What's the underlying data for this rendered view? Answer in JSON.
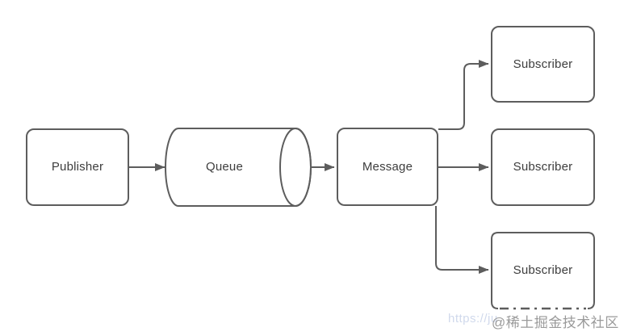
{
  "diagram": {
    "type": "flowchart",
    "topic": "publish-subscribe message queue",
    "nodes": [
      {
        "id": "publisher",
        "label": "Publisher",
        "shape": "rounded-rectangle"
      },
      {
        "id": "queue",
        "label": "Queue",
        "shape": "horizontal-cylinder"
      },
      {
        "id": "message",
        "label": "Message",
        "shape": "rounded-rectangle"
      },
      {
        "id": "subscriber-top",
        "label": "Subscriber",
        "shape": "rounded-rectangle"
      },
      {
        "id": "subscriber-middle",
        "label": "Subscriber",
        "shape": "rounded-rectangle"
      },
      {
        "id": "subscriber-bottom",
        "label": "Subscriber",
        "shape": "rounded-rectangle-dashed-bottom-edge"
      }
    ],
    "edges": [
      {
        "from": "publisher",
        "to": "queue",
        "style": "straight-arrow"
      },
      {
        "from": "queue",
        "to": "message",
        "style": "straight-arrow"
      },
      {
        "from": "message",
        "to": "subscriber-top",
        "style": "elbow-arrow"
      },
      {
        "from": "message",
        "to": "subscriber-middle",
        "style": "straight-arrow"
      },
      {
        "from": "message",
        "to": "subscriber-bottom",
        "style": "elbow-arrow"
      }
    ]
  },
  "watermark": {
    "faint_url_text": "https://ju",
    "site_text": "@稀土掘金技术社区"
  },
  "colors": {
    "background": "#ffffff",
    "shape_stroke": "#5d5d5d",
    "label_text": "#3d3d3d",
    "watermark_text": "#9a9a9a",
    "watermark_faint_text": "#aab9dc"
  }
}
